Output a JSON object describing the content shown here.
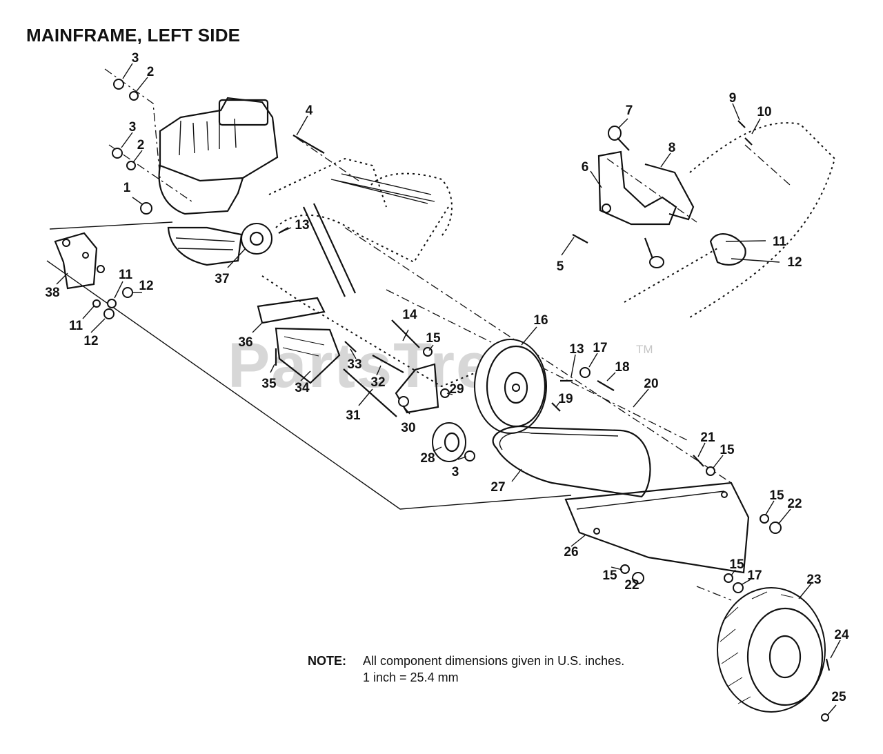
{
  "title": "MAINFRAME, LEFT SIDE",
  "note": {
    "label": "NOTE:",
    "line1": "All component dimensions given in U.S. inches.",
    "line2": "1 inch = 25.4 mm"
  },
  "watermark": {
    "text": "PartsTree",
    "tm": "TM"
  },
  "callouts": [
    {
      "id": "c-3a",
      "n": "3"
    },
    {
      "id": "c-2a",
      "n": "2"
    },
    {
      "id": "c-3b",
      "n": "3"
    },
    {
      "id": "c-2b",
      "n": "2"
    },
    {
      "id": "c-4",
      "n": "4"
    },
    {
      "id": "c-1",
      "n": "1"
    },
    {
      "id": "c-13a",
      "n": "13"
    },
    {
      "id": "c-37",
      "n": "37"
    },
    {
      "id": "c-38",
      "n": "38"
    },
    {
      "id": "c-11a",
      "n": "11"
    },
    {
      "id": "c-12a",
      "n": "12"
    },
    {
      "id": "c-11b",
      "n": "11"
    },
    {
      "id": "c-12b",
      "n": "12"
    },
    {
      "id": "c-36",
      "n": "36"
    },
    {
      "id": "c-35",
      "n": "35"
    },
    {
      "id": "c-34",
      "n": "34"
    },
    {
      "id": "c-33",
      "n": "33"
    },
    {
      "id": "c-32",
      "n": "32"
    },
    {
      "id": "c-31",
      "n": "31"
    },
    {
      "id": "c-14",
      "n": "14"
    },
    {
      "id": "c-15a",
      "n": "15"
    },
    {
      "id": "c-30",
      "n": "30"
    },
    {
      "id": "c-29",
      "n": "29"
    },
    {
      "id": "c-28",
      "n": "28"
    },
    {
      "id": "c-3c",
      "n": "3"
    },
    {
      "id": "c-16",
      "n": "16"
    },
    {
      "id": "c-13b",
      "n": "13"
    },
    {
      "id": "c-17a",
      "n": "17"
    },
    {
      "id": "c-18",
      "n": "18"
    },
    {
      "id": "c-19",
      "n": "19"
    },
    {
      "id": "c-20",
      "n": "20"
    },
    {
      "id": "c-21",
      "n": "21"
    },
    {
      "id": "c-15b",
      "n": "15"
    },
    {
      "id": "c-27",
      "n": "27"
    },
    {
      "id": "c-15c",
      "n": "15"
    },
    {
      "id": "c-22a",
      "n": "22"
    },
    {
      "id": "c-26",
      "n": "26"
    },
    {
      "id": "c-15d",
      "n": "15"
    },
    {
      "id": "c-22b",
      "n": "22"
    },
    {
      "id": "c-15e",
      "n": "15"
    },
    {
      "id": "c-17b",
      "n": "17"
    },
    {
      "id": "c-23",
      "n": "23"
    },
    {
      "id": "c-24",
      "n": "24"
    },
    {
      "id": "c-25",
      "n": "25"
    },
    {
      "id": "c-7",
      "n": "7"
    },
    {
      "id": "c-6",
      "n": "6"
    },
    {
      "id": "c-8",
      "n": "8"
    },
    {
      "id": "c-9",
      "n": "9"
    },
    {
      "id": "c-10",
      "n": "10"
    },
    {
      "id": "c-5",
      "n": "5"
    },
    {
      "id": "c-11c",
      "n": "11"
    },
    {
      "id": "c-12c",
      "n": "12"
    }
  ]
}
